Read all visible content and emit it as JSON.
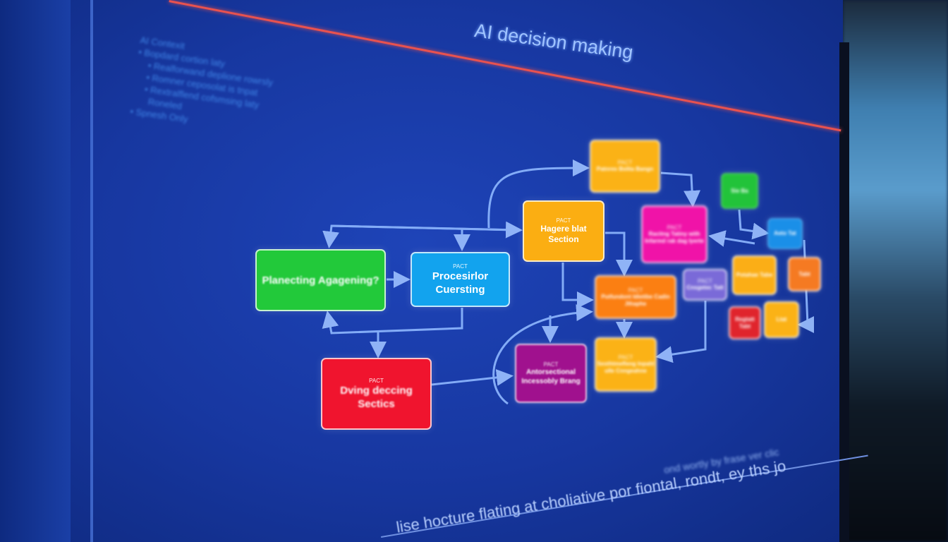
{
  "title": "AI decision making",
  "outline": {
    "heading": "AI Contexit",
    "items": [
      "Bopdard cortion laty",
      "Realforwand deplione rowrsly",
      "Romner ceposolat is tnpat",
      "Rextralflend cofsmsing laty",
      "Roneled",
      "Spnesh Only"
    ]
  },
  "nodes": [
    {
      "id": "green",
      "tag": "",
      "label": "Planecting Agagening?",
      "color": "#22c93a"
    },
    {
      "id": "blue",
      "tag": "PACT",
      "label": "Procesirlor Cuersting",
      "color": "#12a3ee"
    },
    {
      "id": "red",
      "tag": "PACT",
      "label": "Dving deccing Sectics",
      "color": "#f0142e"
    },
    {
      "id": "yellow1",
      "tag": "PACT",
      "label": "Hagere blat Section",
      "color": "#fbae12"
    },
    {
      "id": "yellow2",
      "tag": "PACT",
      "label": "Patnres Bslita Bangn",
      "color": "#fbb216"
    },
    {
      "id": "magenta",
      "tag": "PACT",
      "label": "Racitng Tatiny with Infarmd rak dag Iyerte",
      "color": "#f013a8"
    },
    {
      "id": "orange",
      "tag": "PACT",
      "label": "Putfundont Idietibe Cadin Jthaphe",
      "color": "#fb7f12"
    },
    {
      "id": "purple",
      "tag": "PACT",
      "label": "Antorsectional Incessobly Brang",
      "color": "#a0118e"
    },
    {
      "id": "yellow3",
      "tag": "PACT",
      "label": "Sesthtmefleng Inpahl ulle Cnngeahne",
      "color": "#fbb216"
    },
    {
      "id": "green-small",
      "tag": "",
      "label": "Sie Ba",
      "color": "#22c33a"
    },
    {
      "id": "blue-small",
      "tag": "",
      "label": "Aeto Tat",
      "color": "#1a8fe8"
    },
    {
      "id": "lavender",
      "tag": "PACT",
      "label": "Cnsgetec Tatt",
      "color": "#7a6ad8"
    },
    {
      "id": "yellow4",
      "tag": "",
      "label": "Potahae Tabe",
      "color": "#fbae16"
    },
    {
      "id": "orange-small",
      "tag": "",
      "label": "Tabt",
      "color": "#f57a22"
    },
    {
      "id": "red-small",
      "tag": "",
      "label": "Regtatt Tabt",
      "color": "#e0242c"
    },
    {
      "id": "yellow5",
      "tag": "",
      "label": "Ltat",
      "color": "#fbb216"
    }
  ],
  "footer_text": "lise hocture flating at choliative por fiontal, rondt, ey ths jo",
  "footer_far_text": "ond wortly by frase ver clic",
  "colors": {
    "screen": "#1737a0",
    "connector": "#8fb8ff",
    "accent_line": "#e8524f"
  }
}
